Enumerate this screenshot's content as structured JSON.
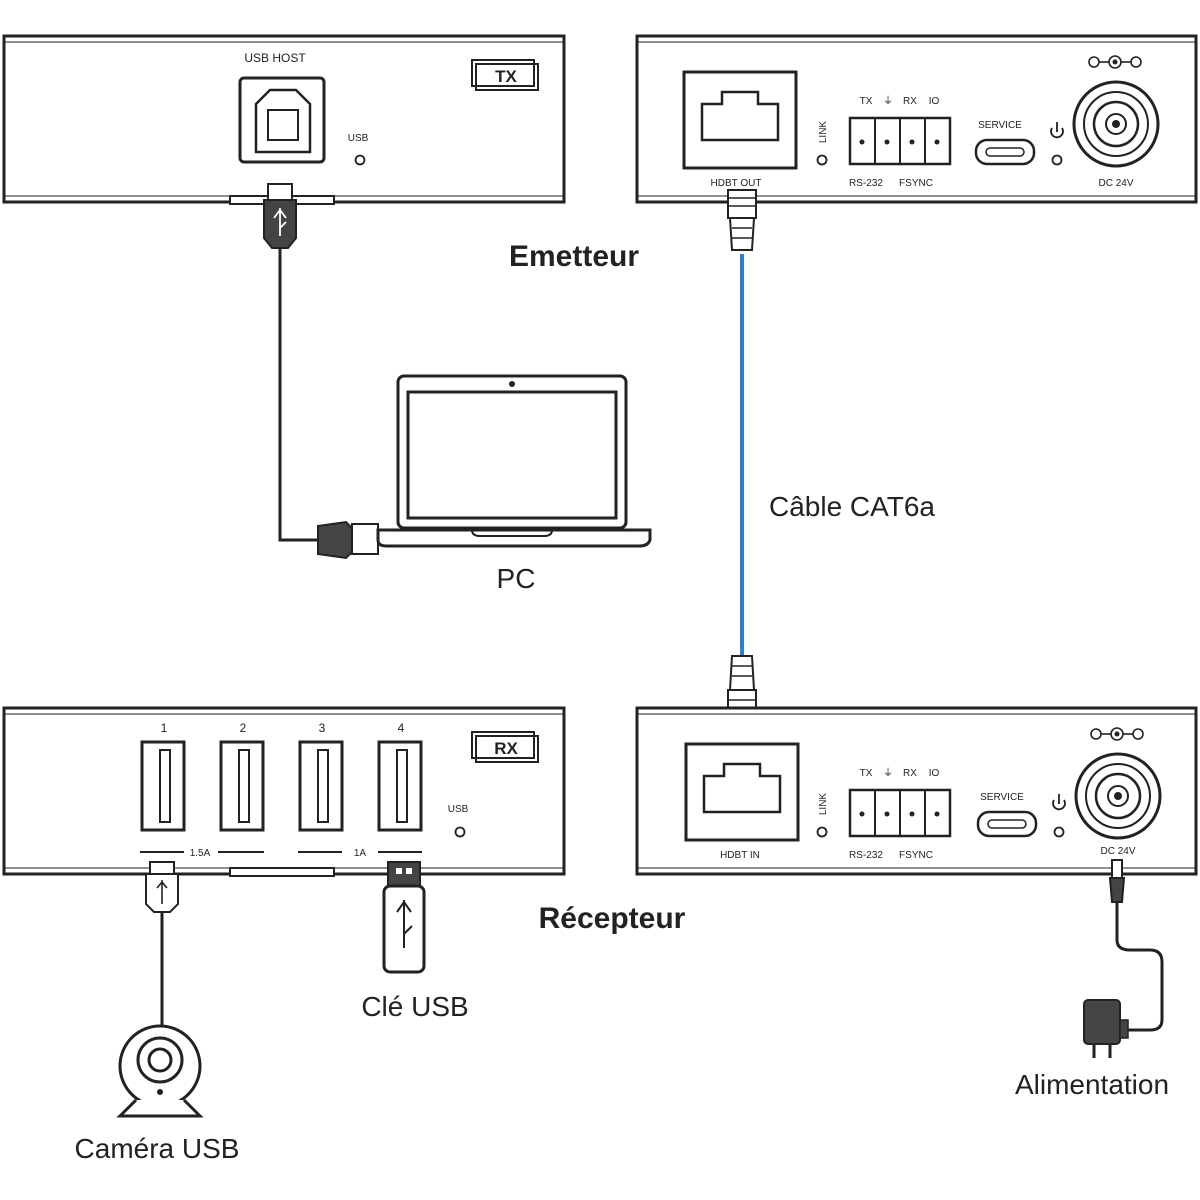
{
  "title_tx": "Emetteur",
  "title_rx": "Récepteur",
  "labels": {
    "pc": "PC",
    "cable": "Câble CAT6a",
    "usb_key": "Clé USB",
    "usb_camera": "Caméra USB",
    "power": "Alimentation"
  },
  "tx_usb_panel": {
    "tag": "TX",
    "usb_host": "USB HOST",
    "usb_led": "USB"
  },
  "tx_hdbt_panel": {
    "port": "HDBT OUT",
    "link": "LINK",
    "tx": "TX",
    "rx": "RX",
    "io": "IO",
    "rs232": "RS-232",
    "fsync": "FSYNC",
    "service": "SERVICE",
    "dc": "DC 24V"
  },
  "rx_usb_panel": {
    "tag": "RX",
    "ports": [
      "1",
      "2",
      "3",
      "4"
    ],
    "current_a": "1.5A",
    "current_b": "1A",
    "usb_led": "USB"
  },
  "rx_hdbt_panel": {
    "port": "HDBT IN",
    "link": "LINK",
    "tx": "TX",
    "rx": "RX",
    "io": "IO",
    "rs232": "RS-232",
    "fsync": "FSYNC",
    "service": "SERVICE",
    "dc": "DC 24V"
  },
  "colors": {
    "cable": "#2f7fd0",
    "outline": "#222222",
    "panel_fill": "#ffffff"
  },
  "icons": [
    "usb-b-port-icon",
    "usb-a-port-icon",
    "rj45-port-icon",
    "terminal-block-icon",
    "usb-c-port-icon",
    "dc-jack-icon",
    "power-symbol-icon",
    "laptop-icon",
    "usb-flash-drive-icon",
    "webcam-icon",
    "power-adapter-icon"
  ]
}
